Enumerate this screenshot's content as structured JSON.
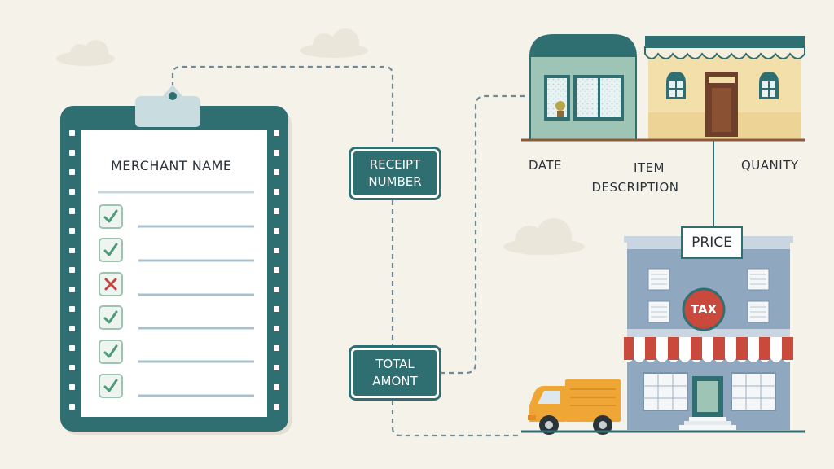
{
  "labels": {
    "merchant": "MERCHANT NAME",
    "receipt_line1": "RECEIPT",
    "receipt_line2": "NUMBER",
    "total_line1": "TOTAL",
    "total_line2": "AMONT",
    "date": "DATE",
    "item_line1": "ITEM",
    "item_line2": "DESCRIPTION",
    "quantity": "QUANITY",
    "price": "PRICE",
    "tax": "TAX"
  },
  "checklist": [
    "check",
    "check",
    "cross",
    "check",
    "check",
    "check"
  ],
  "colors": {
    "background": "#f5f2ea",
    "teal": "#2f6f72",
    "check_green": "#4f9a78",
    "cross_red": "#c0453b",
    "awning_red": "#c94a3d",
    "truck_orange": "#f0a634",
    "building_blue": "#8fa7bf",
    "shop_cream": "#f3dfa9",
    "shop_mint": "#9ec4b5"
  },
  "icons": [
    "clipboard-icon",
    "check-icon",
    "cross-icon",
    "shop-icon",
    "store-icon",
    "truck-icon",
    "cloud-icon"
  ]
}
